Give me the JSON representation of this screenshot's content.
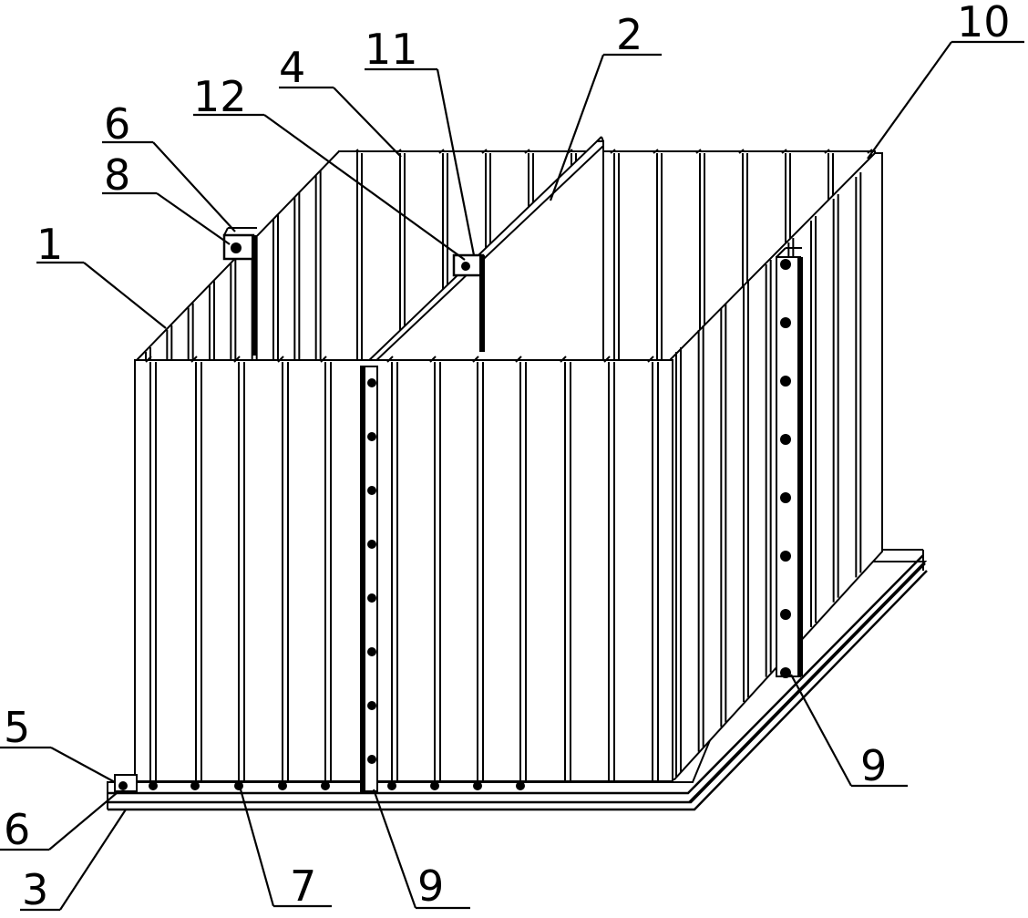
{
  "labels": {
    "l1": "1",
    "l2": "2",
    "l3": "3",
    "l4": "4",
    "l5": "5",
    "l6_top": "6",
    "l6_bottom": "6",
    "l7": "7",
    "l8": "8",
    "l9_center": "9",
    "l9_right": "9",
    "l10": "10",
    "l11": "11",
    "l12": "12"
  },
  "colors": {
    "ink": "#000000",
    "paper": "#ffffff"
  }
}
